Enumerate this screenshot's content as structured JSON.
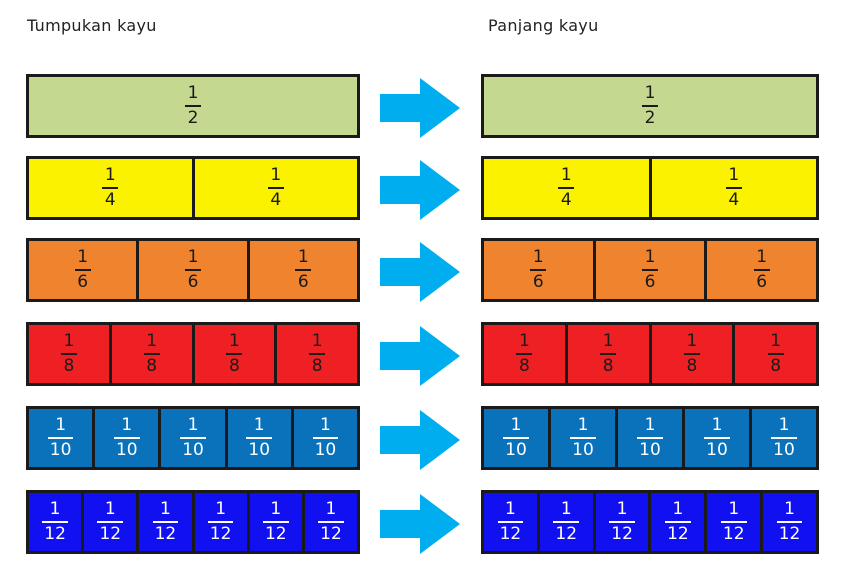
{
  "headings": {
    "left": "Tumpukan kayu",
    "right": "Panjang kayu"
  },
  "rows": [
    {
      "numerator": "1",
      "denominator": "2",
      "pieces": 1,
      "color": "#c4d88f",
      "text_color": "#1a1a1a"
    },
    {
      "numerator": "1",
      "denominator": "4",
      "pieces": 2,
      "color": "#fbf200",
      "text_color": "#1a1a1a"
    },
    {
      "numerator": "1",
      "denominator": "6",
      "pieces": 3,
      "color": "#f0832e",
      "text_color": "#1a1a1a"
    },
    {
      "numerator": "1",
      "denominator": "8",
      "pieces": 4,
      "color": "#ee2024",
      "text_color": "#1a1a1a"
    },
    {
      "numerator": "1",
      "denominator": "10",
      "pieces": 5,
      "color": "#0a72bb",
      "text_color": "#ffffff"
    },
    {
      "numerator": "1",
      "denominator": "12",
      "pieces": 6,
      "color": "#1010f0",
      "text_color": "#ffffff"
    }
  ],
  "arrow_color": "#00aeef",
  "icons": {
    "row_arrow": "arrow-right-icon"
  }
}
